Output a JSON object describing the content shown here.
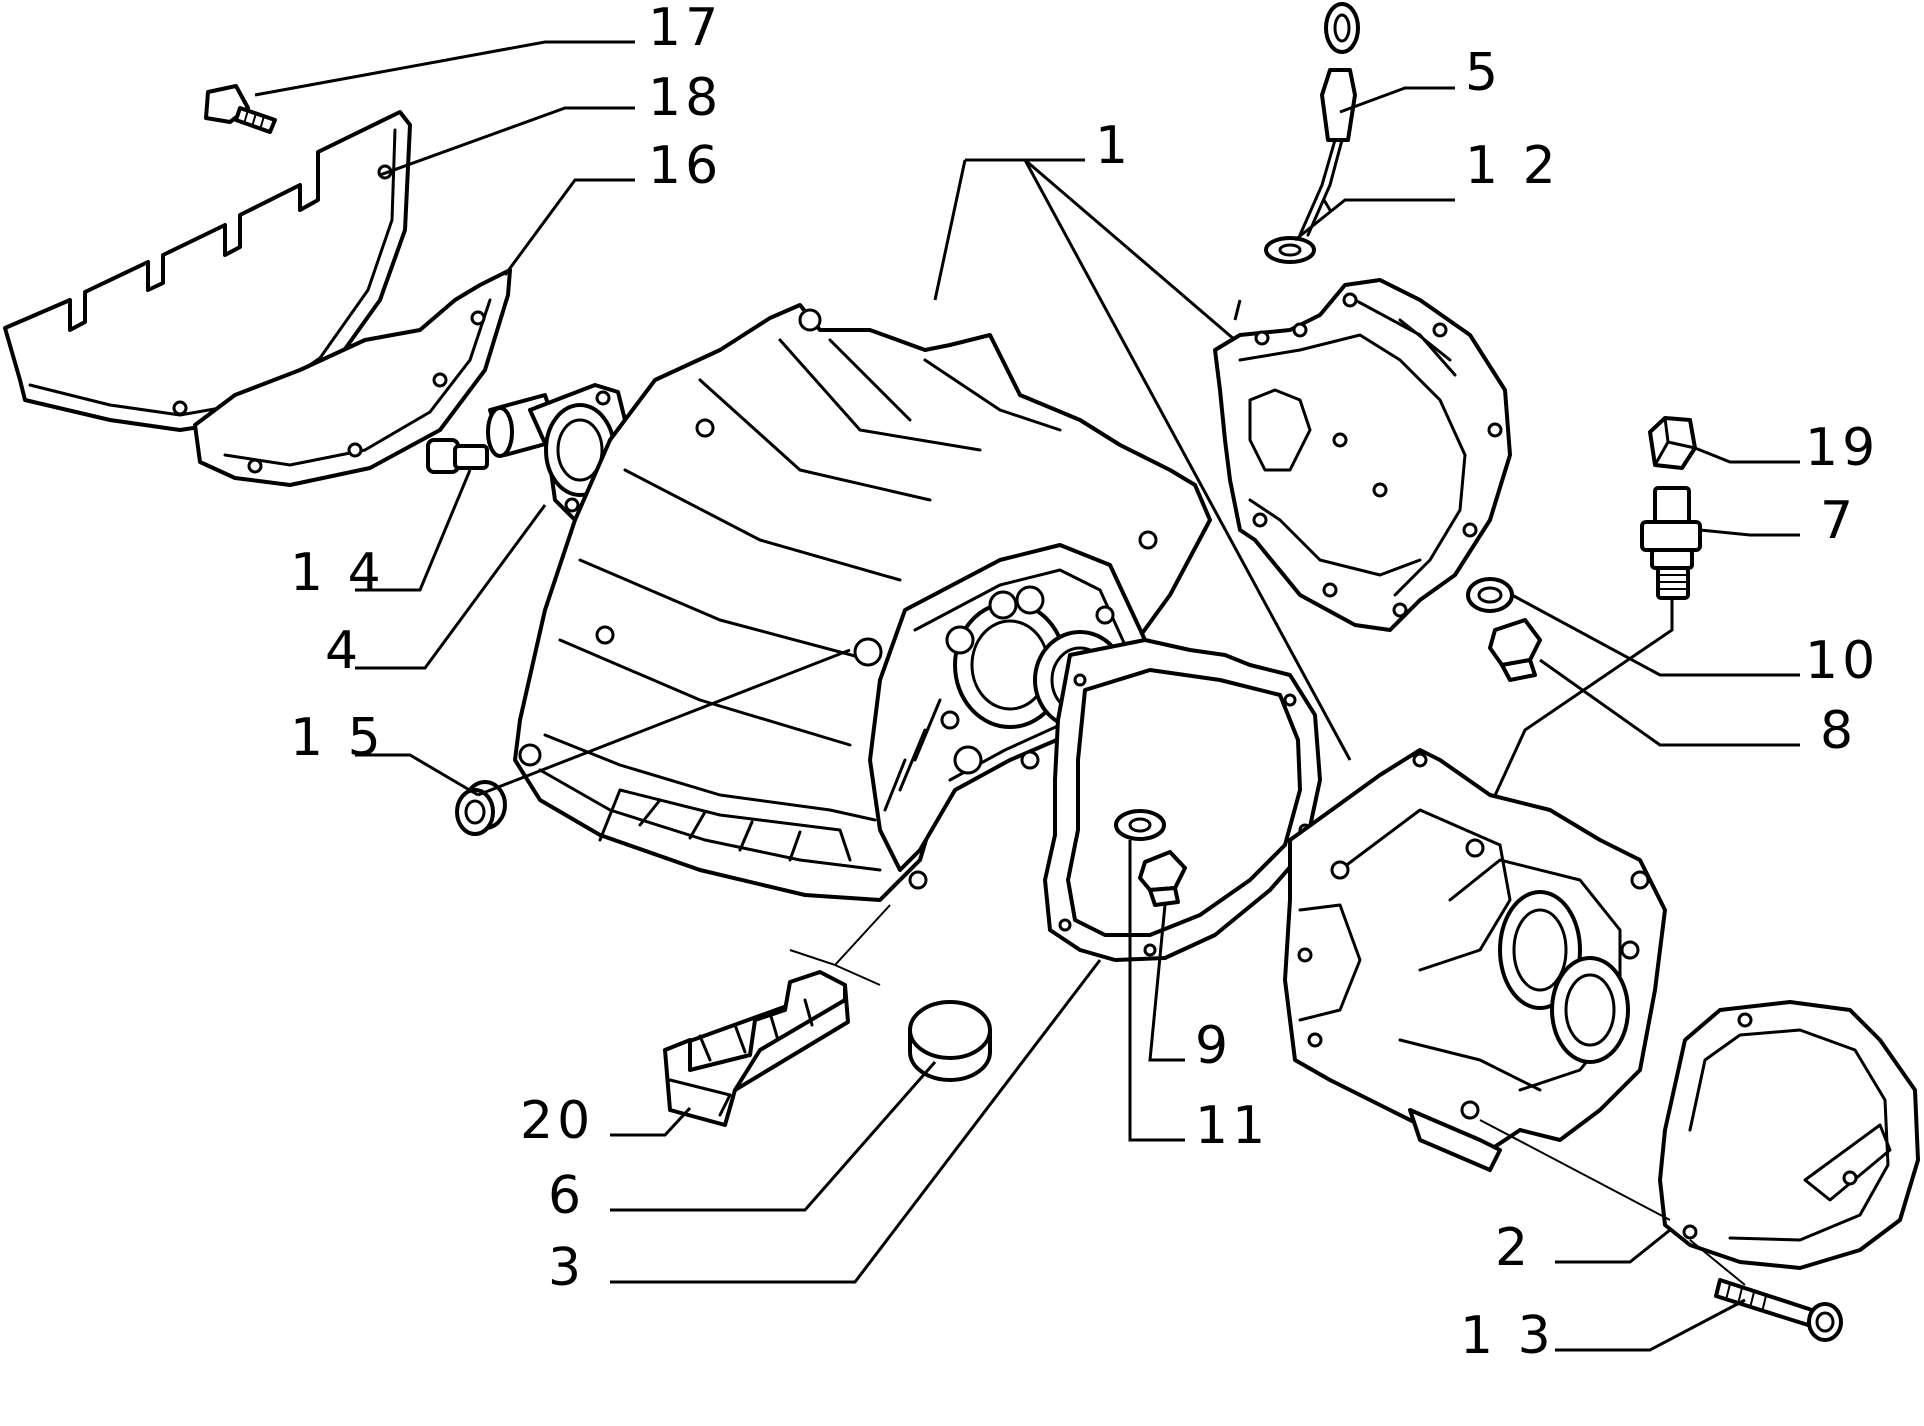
{
  "callouts": {
    "c1": "1",
    "c2": "2",
    "c3": "3",
    "c4": "4",
    "c5": "5",
    "c6": "6",
    "c7": "7",
    "c8": "8",
    "c9": "9",
    "c10": "10",
    "c11": "11",
    "c12": "1 2",
    "c13": "1 3",
    "c14": "1 4",
    "c15": "1 5",
    "c16": "16",
    "c17": "17",
    "c18": "18",
    "c19": "19",
    "c20": "20"
  }
}
